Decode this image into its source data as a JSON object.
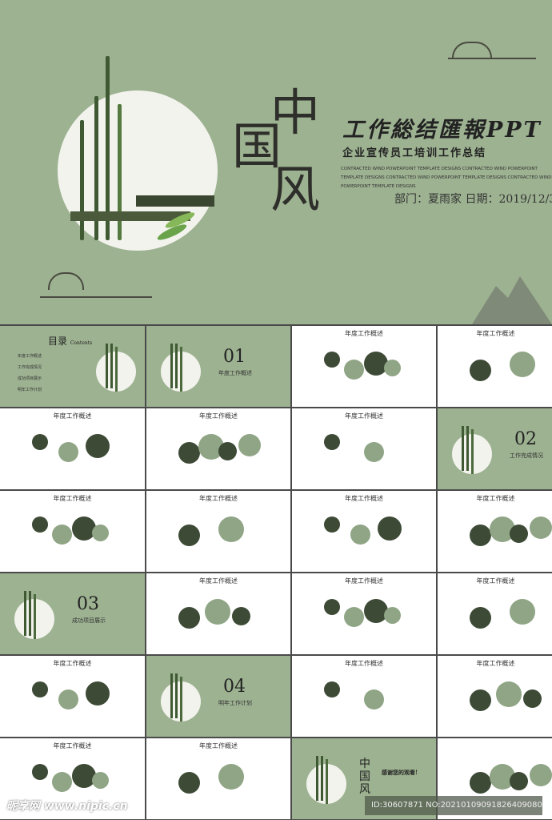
{
  "hero": {
    "char1": "中",
    "char2": "国",
    "char3": "风",
    "title": "工作総结匯報PPT",
    "subtitle": "企业宣传员工培训工作总结",
    "english": "CONTRACTED WIND POWERPOINT TEMPLATE DESIGNS CONTRACTED WIND POWERPOINT TEMPLATE DESIGNS CONTRACTED WIND POWERPOINT TEMPLATE DESIGNS CONTRACTED WIND POWERPOINT TEMPLATE DESIGNS",
    "meta": "部门：夏雨家   日期：2019/12/3"
  },
  "toc": {
    "title": "目录",
    "title_en": "Contents",
    "items": [
      "年度工作概述",
      "工作完成情况",
      "成功项目展示",
      "明年工作计划"
    ]
  },
  "slides": [
    {
      "type": "toc"
    },
    {
      "type": "section",
      "num": "01",
      "sub": "年度工作概述"
    },
    {
      "type": "content",
      "title": "年度工作概述"
    },
    {
      "type": "content",
      "title": "年度工作概述"
    },
    {
      "type": "content",
      "title": "年度工作概述"
    },
    {
      "type": "content",
      "title": "年度工作概述"
    },
    {
      "type": "content",
      "title": "年度工作概述"
    },
    {
      "type": "section",
      "num": "02",
      "sub": "工作完成情况"
    },
    {
      "type": "content",
      "title": "年度工作概述"
    },
    {
      "type": "content",
      "title": "年度工作概述"
    },
    {
      "type": "content",
      "title": "年度工作概述"
    },
    {
      "type": "content",
      "title": "年度工作概述"
    },
    {
      "type": "section",
      "num": "03",
      "sub": "成功项目展示"
    },
    {
      "type": "content",
      "title": "年度工作概述"
    },
    {
      "type": "content",
      "title": "年度工作概述"
    },
    {
      "type": "content",
      "title": "年度工作概述"
    },
    {
      "type": "content",
      "title": "年度工作概述"
    },
    {
      "type": "section",
      "num": "04",
      "sub": "明年工作计划"
    },
    {
      "type": "content",
      "title": "年度工作概述"
    },
    {
      "type": "content",
      "title": "年度工作概述"
    },
    {
      "type": "content",
      "title": "年度工作概述"
    },
    {
      "type": "content",
      "title": "年度工作概述"
    },
    {
      "type": "end",
      "title": "感谢您的观看!"
    },
    {
      "type": "content",
      "title": ""
    }
  ],
  "watermark": {
    "logo": "昵享网 www.nipic.cn",
    "id": "ID:30607871 NO:20210109091826409080"
  },
  "colors": {
    "green": "#9db291",
    "dark": "#3d4a36"
  }
}
